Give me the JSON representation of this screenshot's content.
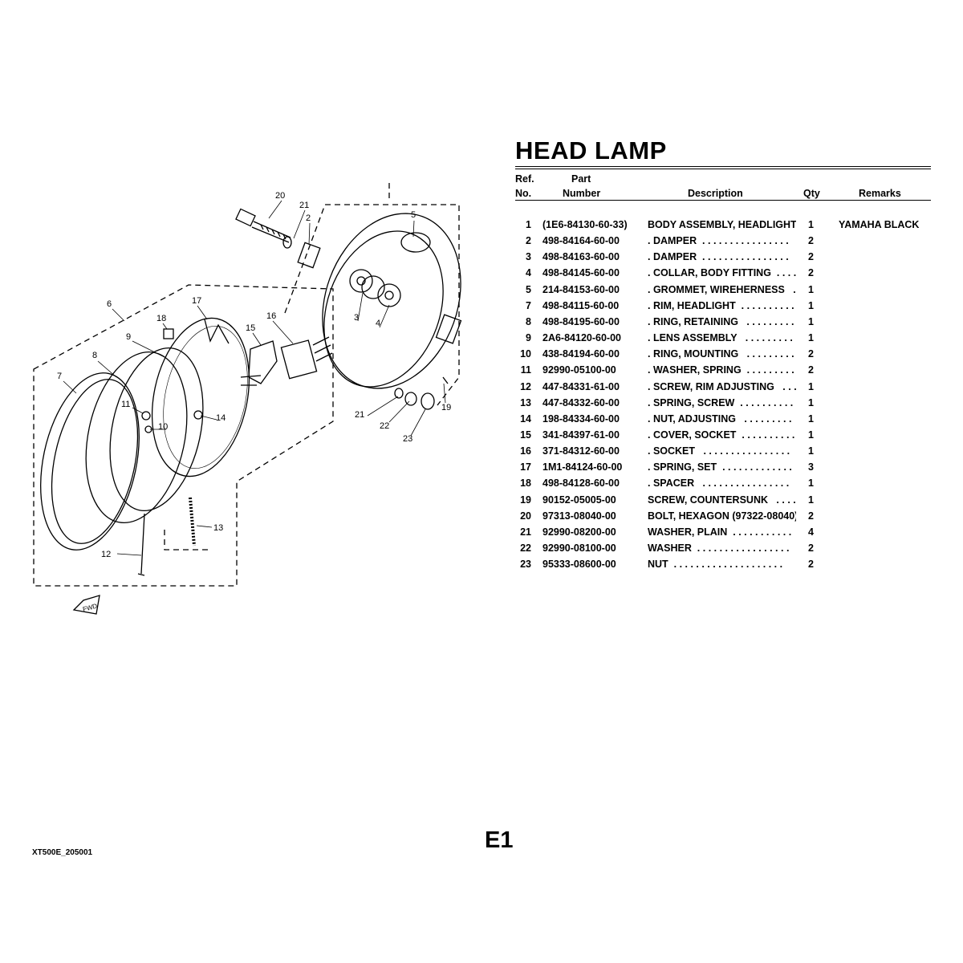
{
  "title": "HEAD LAMP",
  "columns": {
    "ref_top": "Ref.",
    "ref_bottom": "No.",
    "part_top": "Part",
    "part_bottom": "Number",
    "description": "Description",
    "qty": "Qty",
    "remarks": "Remarks"
  },
  "rows": [
    {
      "ref": "1",
      "part": "(1E6-84130-60-33)",
      "desc": "BODY ASSEMBLY, HEADLIGHT",
      "qty": "1",
      "remarks": "YAMAHA BLACK"
    },
    {
      "ref": "2",
      "part": "498-84164-60-00",
      "desc": ". DAMPER  . . . . . . . . . . . . . . . .",
      "qty": "2",
      "remarks": ""
    },
    {
      "ref": "3",
      "part": "498-84163-60-00",
      "desc": ". DAMPER  . . . . . . . . . . . . . . . .",
      "qty": "2",
      "remarks": ""
    },
    {
      "ref": "4",
      "part": "498-84145-60-00",
      "desc": ". COLLAR, BODY FITTING  . . . .",
      "qty": "2",
      "remarks": ""
    },
    {
      "ref": "5",
      "part": "214-84153-60-00",
      "desc": ". GROMMET, WIREHERNESS   .",
      "qty": "1",
      "remarks": ""
    },
    {
      "ref": "7",
      "part": "498-84115-60-00",
      "desc": ". RIM, HEADLIGHT  . . . . . . . . . .",
      "qty": "1",
      "remarks": ""
    },
    {
      "ref": "8",
      "part": "498-84195-60-00",
      "desc": ". RING, RETAINING   . . . . . . . . .",
      "qty": "1",
      "remarks": ""
    },
    {
      "ref": "9",
      "part": "2A6-84120-60-00",
      "desc": ". LENS ASSEMBLY   . . . . . . . . .",
      "qty": "1",
      "remarks": ""
    },
    {
      "ref": "10",
      "part": "438-84194-60-00",
      "desc": ". RING, MOUNTING   . . . . . . . . .",
      "qty": "2",
      "remarks": ""
    },
    {
      "ref": "11",
      "part": "92990-05100-00",
      "desc": ". WASHER, SPRING  . . . . . . . . .",
      "qty": "2",
      "remarks": ""
    },
    {
      "ref": "12",
      "part": "447-84331-61-00",
      "desc": ". SCREW, RIM ADJUSTING   . . .",
      "qty": "1",
      "remarks": ""
    },
    {
      "ref": "13",
      "part": "447-84332-60-00",
      "desc": ". SPRING, SCREW  . . . . . . . . . .",
      "qty": "1",
      "remarks": ""
    },
    {
      "ref": "14",
      "part": "198-84334-60-00",
      "desc": ". NUT, ADJUSTING   . . . . . . . . .",
      "qty": "1",
      "remarks": ""
    },
    {
      "ref": "15",
      "part": "341-84397-61-00",
      "desc": ". COVER, SOCKET  . . . . . . . . . .",
      "qty": "1",
      "remarks": ""
    },
    {
      "ref": "16",
      "part": "371-84312-60-00",
      "desc": ". SOCKET   . . . . . . . . . . . . . . . .",
      "qty": "1",
      "remarks": ""
    },
    {
      "ref": "17",
      "part": "1M1-84124-60-00",
      "desc": ". SPRING, SET  . . . . . . . . . . . . .",
      "qty": "3",
      "remarks": ""
    },
    {
      "ref": "18",
      "part": "498-84128-60-00",
      "desc": ". SPACER   . . . . . . . . . . . . . . . .",
      "qty": "1",
      "remarks": ""
    },
    {
      "ref": "19",
      "part": "90152-05005-00",
      "desc": "SCREW, COUNTERSUNK   . . . .",
      "qty": "1",
      "remarks": ""
    },
    {
      "ref": "20",
      "part": "97313-08040-00",
      "desc": "BOLT, HEXAGON (97322-08040)",
      "qty": "2",
      "remarks": ""
    },
    {
      "ref": "21",
      "part": "92990-08200-00",
      "desc": "WASHER, PLAIN  . . . . . . . . . . .",
      "qty": "4",
      "remarks": ""
    },
    {
      "ref": "22",
      "part": "92990-08100-00",
      "desc": "WASHER  . . . . . . . . . . . . . . . . .",
      "qty": "2",
      "remarks": ""
    },
    {
      "ref": "23",
      "part": "95333-08600-00",
      "desc": "NUT  . . . . . . . . . . . . . . . . . . . .",
      "qty": "2",
      "remarks": ""
    }
  ],
  "diagram": {
    "callouts": [
      "20",
      "21",
      "2",
      "5",
      "6",
      "18",
      "17",
      "16",
      "15",
      "9",
      "8",
      "7",
      "11",
      "10",
      "14",
      "3",
      "4",
      "21",
      "22",
      "23",
      "19",
      "13",
      "12"
    ],
    "fwd_label": "FWD"
  },
  "footer": {
    "code": "XT500E_205001",
    "page": "E1"
  }
}
